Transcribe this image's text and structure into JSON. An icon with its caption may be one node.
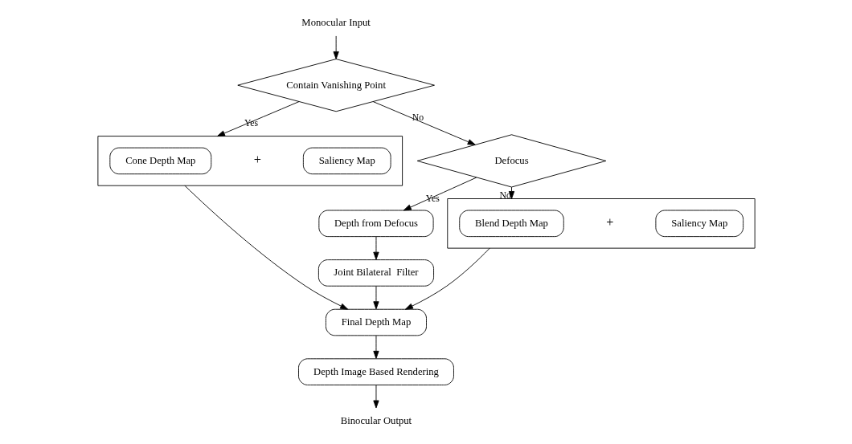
{
  "diagram": {
    "nodes": [
      {
        "text": [
          "Monocular Input"
        ]
      },
      {
        "text": [
          "Contain Vanishing Point"
        ]
      },
      {
        "text": [],
        "shape": "box"
      },
      {
        "text": [
          "Cone Depth Map"
        ],
        "in": 2
      },
      {
        "text": [
          "Saliency Map"
        ],
        "in": 2
      },
      {
        "text": [
          "Defocus"
        ]
      },
      {
        "text": [
          "Depth from Defocus"
        ]
      },
      {
        "text": [
          "Joint Bilateral  Filter"
        ]
      },
      {
        "text": [],
        "shape": "box"
      },
      {
        "text": [
          "Blend Depth Map"
        ],
        "in": 8
      },
      {
        "text": [
          "Saliency Map"
        ],
        "in": 8
      },
      {
        "text": [
          "Final Depth Map"
        ]
      },
      {
        "text": [
          "Depth Image Based Rendering"
        ]
      },
      {
        "text": [
          "Binocular Output"
        ]
      }
    ],
    "edges": [
      {
        "from": 0,
        "to": 1,
        "arrow": "to"
      },
      {
        "from": 1,
        "to": 2,
        "arrow": "to",
        "label": "Yes"
      },
      {
        "from": 1,
        "to": 5,
        "arrow": "to",
        "label": "No"
      },
      {
        "from": 5,
        "to": 6,
        "arrow": "to",
        "label": "Yes"
      },
      {
        "from": 6,
        "to": 7,
        "arrow": "to"
      },
      {
        "from": 7,
        "to": 11,
        "arrow": "to"
      },
      {
        "from": 5,
        "to": 8,
        "arrow": "to",
        "label": "No"
      },
      {
        "from": 8,
        "to": 11,
        "arrow": "to"
      },
      {
        "from": 2,
        "to": 11,
        "arrow": "to"
      },
      {
        "from": 11,
        "to": 12,
        "arrow": "to"
      },
      {
        "from": 12,
        "to": 13,
        "arrow": "to"
      }
    ],
    "labels": [
      "+",
      "+"
    ]
  }
}
